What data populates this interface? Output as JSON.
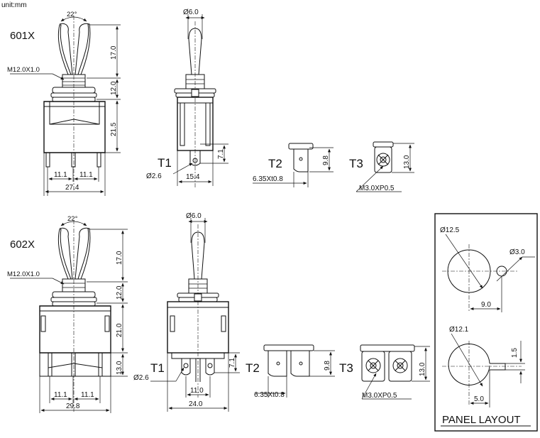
{
  "unit_label": "unit:mm",
  "model_601": "601X",
  "model_602": "602X",
  "angle": "22°",
  "thread": "M12.0X1.0",
  "dims": {
    "d17": "17.0",
    "d12": "12.0",
    "d215": "21.5",
    "d21": "21.0",
    "d13": "13.0",
    "d111": "11.1",
    "d274": "27.4",
    "d298": "29.8",
    "d6": "Ø6.0",
    "d26": "Ø2.6",
    "d154": "15.4",
    "d71": "7.1",
    "d110": "11.0",
    "d240": "24.0",
    "d98": "9.8",
    "d635": "6.35Xt0.8",
    "d130": "13.0",
    "m3": "M3.0XP0.5"
  },
  "terminals": {
    "t1": "T1",
    "t2": "T2",
    "t3": "T3"
  },
  "panel": {
    "title": "PANEL LAYOUT",
    "d125": "Ø12.5",
    "d30": "Ø3.0",
    "d90": "9.0",
    "d121": "Ø12.1",
    "d15": "1.5",
    "d50": "5.0"
  }
}
